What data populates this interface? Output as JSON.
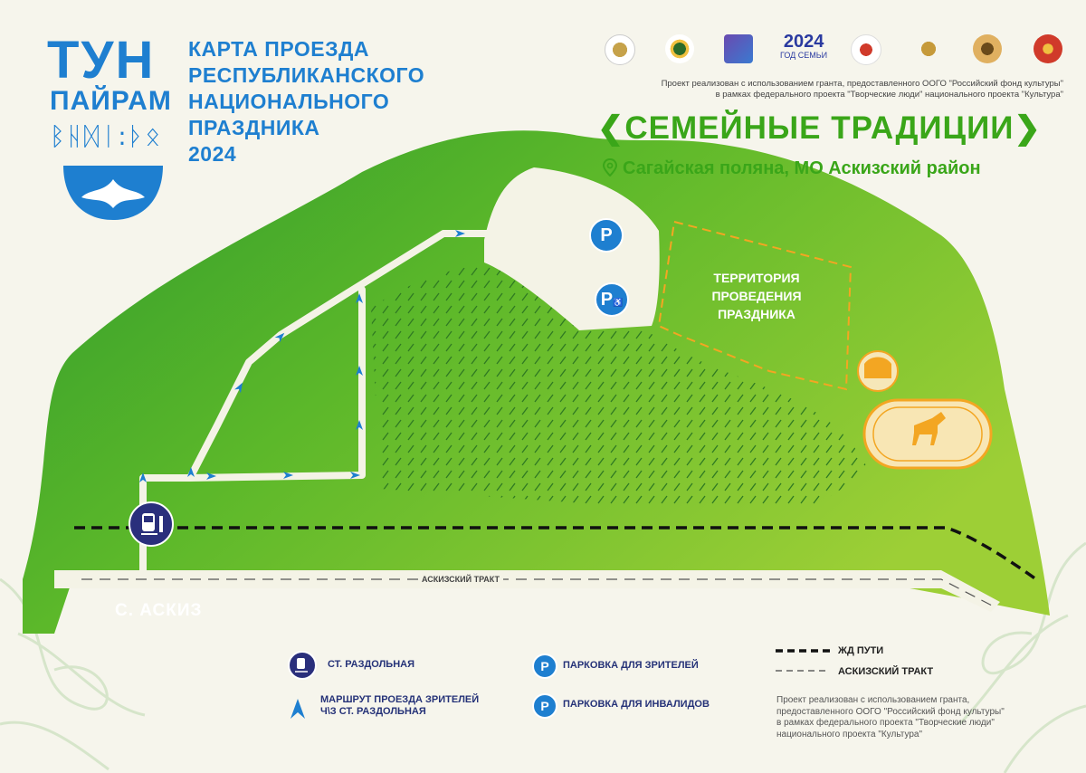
{
  "brand": {
    "line1": "ТУН",
    "line2": "ПАЙРАМ",
    "runes": "ᛒᚺᛞᛁ:ᚦᛟ"
  },
  "title": {
    "lines": [
      "КАРТА ПРОЕЗДА",
      "РЕСПУБЛИКАНСКОГО",
      "НАЦИОНАЛЬНОГО",
      "ПРАЗДНИКА",
      "2024"
    ]
  },
  "header": {
    "grant_line1": "Проект реализован с использованием гранта, предоставленного ООГО \"Российский фонд культуры\"",
    "grant_line2": "в рамках федерального проекта \"Творческие люди\" национального проекта \"Культура\"",
    "festival_title": "СЕМЕЙНЫЕ ТРАДИЦИИ",
    "location": "Сагайская поляна, МО Аскизский район",
    "logo_year": "2024",
    "logo_year_caption": "ГОД СЕМЬИ"
  },
  "map": {
    "territory_lines": [
      "ТЕРРИТОРИЯ",
      "ПРОВЕДЕНИЯ",
      "ПРАЗДНИКА"
    ],
    "road_label": "АСКИЗСКИЙ ТРАКТ",
    "village_label": "С. АСКИЗ",
    "parking_symbol": "P",
    "colors": {
      "meadow": "#5cb82a",
      "route": "#f4f3e6",
      "accent_orange": "#f3a622",
      "parking_blue": "#1e7fd0",
      "station_navy": "#2a2f7c",
      "railway": "#111111"
    }
  },
  "legend": {
    "station": "СТ. РАЗДОЛЬНАЯ",
    "route_line1": "МАРШРУТ ПРОЕЗДА ЗРИТЕЛЕЙ",
    "route_line2": "Ч\\З СТ. РАЗДОЛЬНАЯ",
    "parking_viewers": "ПАРКОВКА ДЛЯ ЗРИТЕЛЕЙ",
    "parking_disabled": "ПАРКОВКА ДЛЯ ИНВАЛИДОВ",
    "railway": "ЖД ПУТИ",
    "road": "АСКИЗСКИЙ ТРАКТ"
  },
  "footer": {
    "grant_lines": [
      "Проект реализован с использованием гранта,",
      "предоставленного ООГО \"Российский фонд культуры\"",
      "в рамках федерального проекта \"Творческие люди\"",
      "национального проекта \"Культура\""
    ]
  }
}
